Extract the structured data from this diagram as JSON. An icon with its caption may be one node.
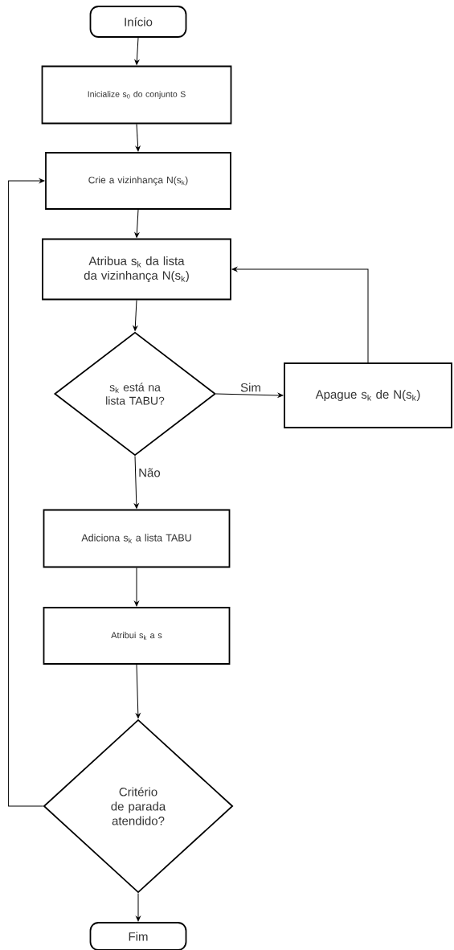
{
  "diagram": {
    "nodes": [
      {
        "text": [
          "Início"
        ]
      },
      {
        "text": [
          "Inicialize s$_{0}$ do conjunto S"
        ]
      },
      {
        "text": [
          "Crie a vizinhança N(s$_{k}$)"
        ]
      },
      {
        "text": [
          "Atribua s$_{k}$ da lista da vizinhança N(s$_{k}$)"
        ]
      },
      {
        "text": [
          "s$_{k}$ está na lista TABU?"
        ]
      },
      {
        "text": [
          "Apague s$_{k}$ de N(s$_{k}$)"
        ]
      },
      {
        "text": [
          "Adiciona s$_{k}$ a lista TABU"
        ]
      },
      {
        "text": [
          "Atribui s$_{k}$ a s"
        ]
      },
      {
        "text": [
          "Critério de parada atendido?"
        ]
      },
      {
        "text": [
          "Fim"
        ]
      }
    ],
    "edges": [
      {
        "from": 0,
        "to": 1,
        "arrow": "to"
      },
      {
        "from": 1,
        "to": 2,
        "arrow": "to"
      },
      {
        "from": 2,
        "to": 3,
        "arrow": "to"
      },
      {
        "from": 3,
        "to": 4,
        "arrow": "to"
      },
      {
        "from": 4,
        "to": 5,
        "arrow": "to",
        "label": "Sim"
      },
      {
        "from": 5,
        "to": 3,
        "arrow": "to"
      },
      {
        "from": 4,
        "to": 6,
        "arrow": "to",
        "label": "Não"
      },
      {
        "from": 6,
        "to": 7,
        "arrow": "to"
      },
      {
        "from": 7,
        "to": 8,
        "arrow": "to"
      },
      {
        "from": 8,
        "to": 2,
        "arrow": "to"
      },
      {
        "from": 8,
        "to": 9,
        "arrow": "to"
      }
    ]
  }
}
